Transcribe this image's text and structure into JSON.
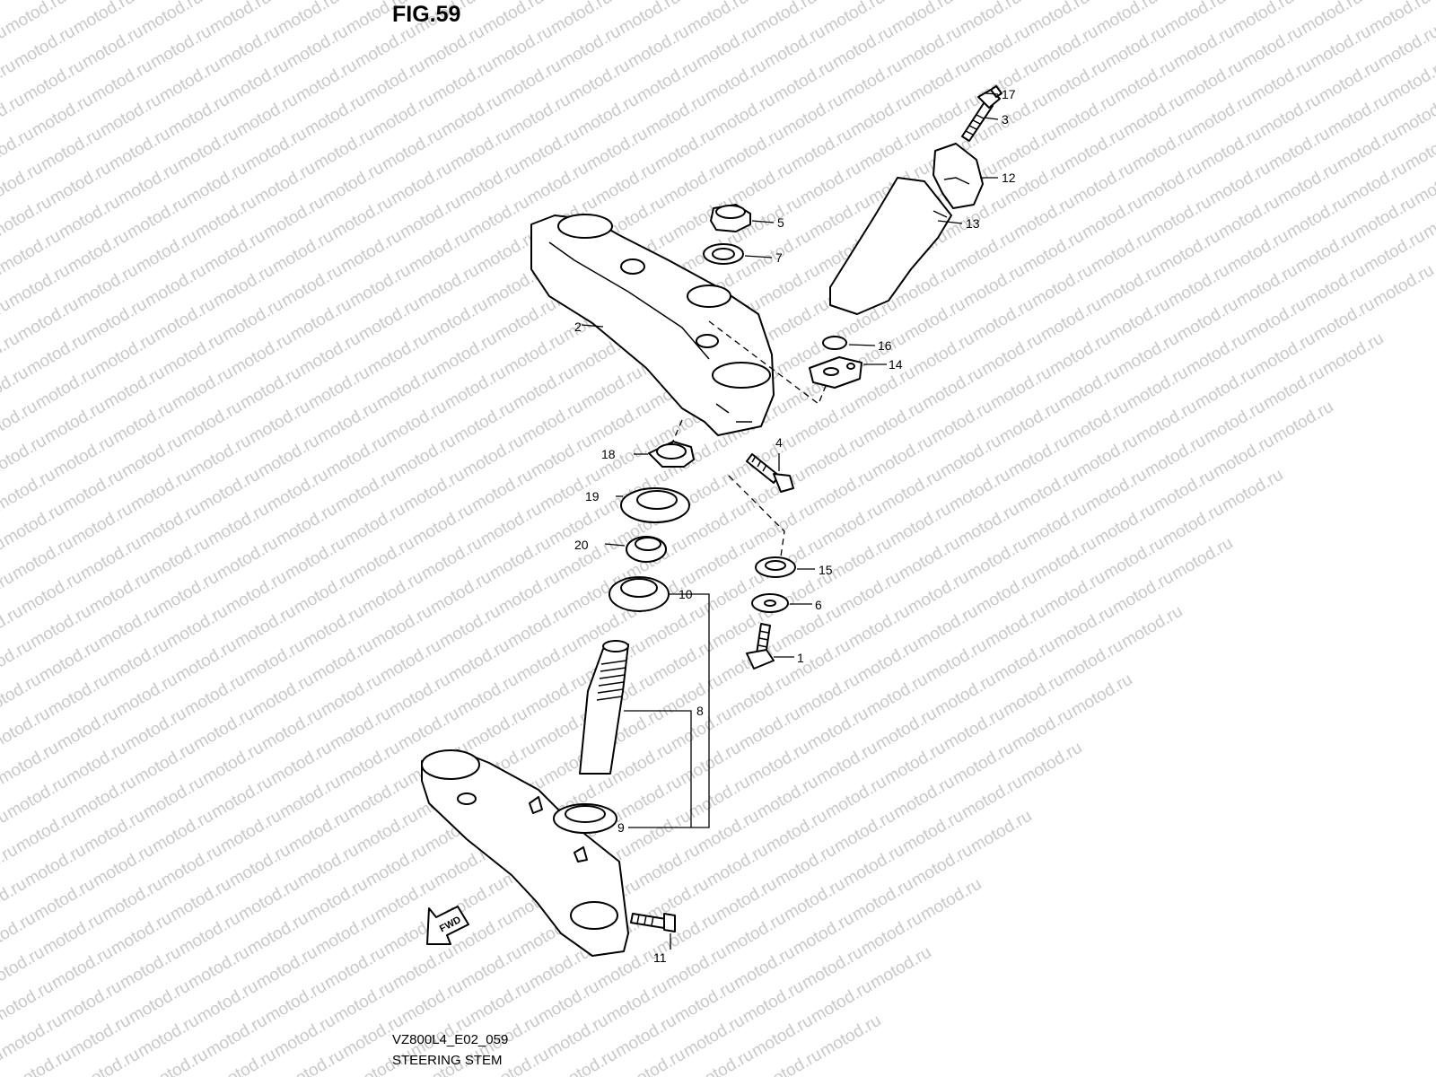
{
  "figure": {
    "title": "FIG.59",
    "code": "VZ800L4_E02_059",
    "caption": "STEERING STEM"
  },
  "watermark": {
    "text": "motod.ru"
  },
  "fwd_label": "FWD",
  "callouts": [
    {
      "id": "1",
      "label": "1"
    },
    {
      "id": "2",
      "label": "2"
    },
    {
      "id": "3",
      "label": "3"
    },
    {
      "id": "4",
      "label": "4"
    },
    {
      "id": "5",
      "label": "5"
    },
    {
      "id": "6",
      "label": "6"
    },
    {
      "id": "7",
      "label": "7"
    },
    {
      "id": "8",
      "label": "8"
    },
    {
      "id": "9",
      "label": "9"
    },
    {
      "id": "10",
      "label": "10"
    },
    {
      "id": "11",
      "label": "11"
    },
    {
      "id": "12",
      "label": "12"
    },
    {
      "id": "13",
      "label": "13"
    },
    {
      "id": "14",
      "label": "14"
    },
    {
      "id": "15",
      "label": "15"
    },
    {
      "id": "16",
      "label": "16"
    },
    {
      "id": "17",
      "label": "17"
    },
    {
      "id": "18",
      "label": "18"
    },
    {
      "id": "19",
      "label": "19"
    },
    {
      "id": "20",
      "label": "20"
    }
  ]
}
